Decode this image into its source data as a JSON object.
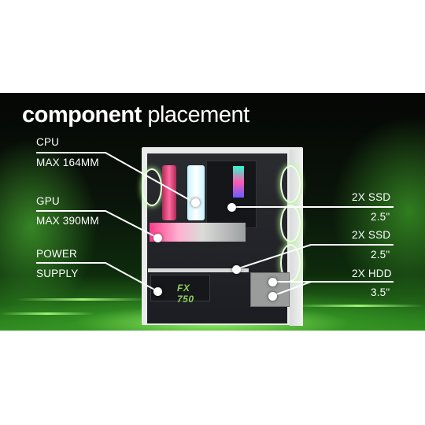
{
  "title": {
    "bold": "component",
    "light": " placement"
  },
  "callouts_left": [
    {
      "line1": "CPU",
      "line2": "MAX 164MM"
    },
    {
      "line1": "GPU",
      "line2": "MAX 390MM"
    },
    {
      "line1": "POWER",
      "line2": "SUPPLY"
    }
  ],
  "callouts_right": [
    {
      "line1": "2X SSD",
      "line2": "2.5\""
    },
    {
      "line1": "2X SSD",
      "line2": "2.5\""
    },
    {
      "line1": "2X HDD",
      "line2": "3.5\""
    }
  ],
  "psu_model": "FX 750",
  "colors": {
    "background": "#ffffff",
    "accent_green": "#4cd232",
    "text": "#ffffff"
  }
}
